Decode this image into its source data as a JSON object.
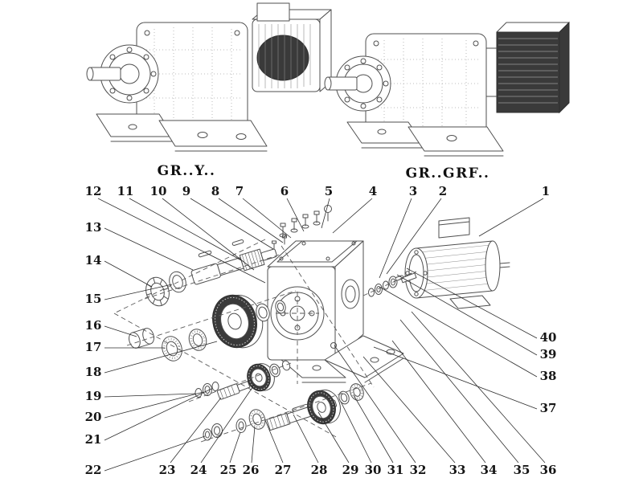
{
  "colors": {
    "line": "#4f4f4f",
    "dark_fill": "#3a3a3a",
    "text": "#161616",
    "background": "#ffffff"
  },
  "variant_labels": {
    "left": "GR..Y..",
    "right": "GR..GRF.."
  },
  "callouts": {
    "top": [
      "12",
      "11",
      "10",
      "9",
      "8",
      "7",
      "6",
      "5",
      "4",
      "3",
      "2",
      "1"
    ],
    "left": [
      "13",
      "14",
      "15",
      "16",
      "17",
      "18",
      "19",
      "20",
      "21",
      "22"
    ],
    "bottom": [
      "23",
      "24",
      "25",
      "26",
      "27",
      "28",
      "29",
      "30",
      "31",
      "32",
      "33",
      "34",
      "35",
      "36"
    ],
    "right": [
      "40",
      "39",
      "38",
      "37"
    ]
  }
}
